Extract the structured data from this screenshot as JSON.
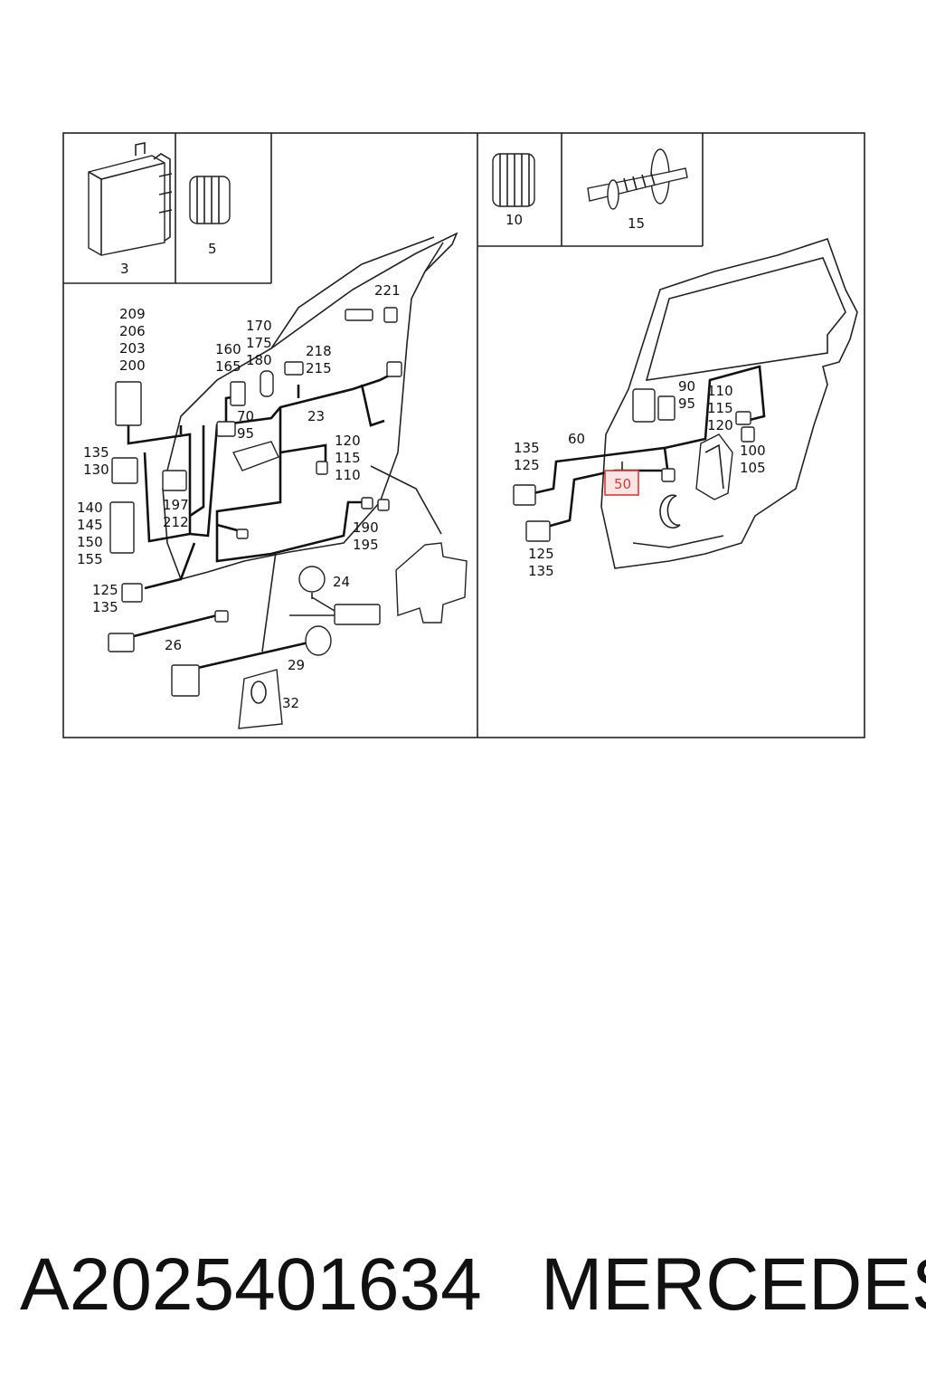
{
  "footer": {
    "part_number": "A2025401634",
    "brand": "MERCEDES"
  },
  "highlight": {
    "callout": "50",
    "color": "#d83a3a"
  },
  "inset_labels": {
    "module": "3",
    "grommet_left": "5",
    "grommet_right": "10",
    "pin": "15"
  },
  "front_door_callouts": {
    "c209": "209",
    "c206": "206",
    "c203": "203",
    "c200": "200",
    "c170": "170",
    "c175": "175",
    "c180": "180",
    "c160": "160",
    "c165": "165",
    "c221": "221",
    "c218": "218",
    "c215": "215",
    "c70": "70",
    "c95": "95",
    "c23": "23",
    "c135": "135",
    "c130": "130",
    "c120": "120",
    "c115": "115",
    "c110": "110",
    "c197": "197",
    "c212": "212",
    "c140": "140",
    "c145": "145",
    "c150": "150",
    "c155": "155",
    "c190": "190",
    "c195": "195",
    "c24": "24",
    "c125": "125",
    "c135b": "135",
    "c26": "26",
    "c29": "29",
    "c32": "32"
  },
  "rear_door_callouts": {
    "c90": "90",
    "c95": "95",
    "c110": "110",
    "c115": "115",
    "c120": "120",
    "c135": "135",
    "c125": "125",
    "c60": "60",
    "c100": "100",
    "c105": "105",
    "c125b": "125",
    "c135b": "135"
  }
}
